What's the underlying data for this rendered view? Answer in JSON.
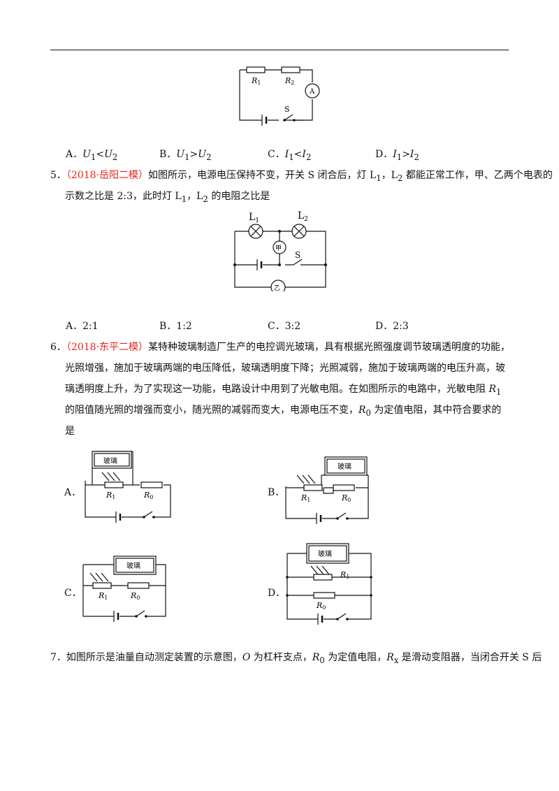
{
  "q4": {
    "labels": {
      "r1": "R",
      "r1_sub": "1",
      "r2": "R",
      "r2_sub": "2",
      "ammeter": "A",
      "switch": "S"
    },
    "options": [
      {
        "letter": "A．",
        "v": "U",
        "s1": "1",
        "op": "<",
        "v2": "U",
        "s2": "2"
      },
      {
        "letter": "B．",
        "v": "U",
        "s1": "1",
        "op": ">",
        "v2": "U",
        "s2": "2"
      },
      {
        "letter": "C．",
        "v": "I",
        "s1": "1",
        "op": "<",
        "v2": "I",
        "s2": "2"
      },
      {
        "letter": "D．",
        "v": "I",
        "s1": "1",
        "op": ">",
        "v2": "I",
        "s2": "2"
      }
    ]
  },
  "q5": {
    "number": "5．",
    "source": "（2018·岳阳二模）",
    "line1_a": "如图所示，电源电压保持不变，开关 S 闭合后，灯 L",
    "line1_sub1": "1",
    "line1_b": "，L",
    "line1_sub2": "2",
    "line1_c": " 都能正常工作，甲、乙两个电表的",
    "line2_a": "示数之比是 2:3，此时灯 L",
    "line2_sub1": "1",
    "line2_b": "，L",
    "line2_sub2": "2",
    "line2_c": " 的电阻之比是",
    "labels": {
      "l1": "L",
      "l1_sub": "1",
      "l2": "L",
      "l2_sub": "2",
      "meter_jia": "甲",
      "meter_yi": "乙",
      "switch": "S"
    },
    "options": [
      {
        "letter": "A．",
        "value": "2:1"
      },
      {
        "letter": "B．",
        "value": "1:2"
      },
      {
        "letter": "C．",
        "value": "3:2"
      },
      {
        "letter": "D．",
        "value": "2:3"
      }
    ]
  },
  "q6": {
    "number": "6．",
    "source": "（2018·东平二模）",
    "line1": "某特种玻璃制造厂生产的电控调光玻璃，具有根据光照强度调节玻璃透明度的功能，",
    "line2": "光照增强，施加于玻璃两端的电压降低，玻璃透明度下降；光照减弱，施加于玻璃两端的电压升高，玻",
    "line3": "璃透明度上升，为了实现这一功能，电路设计中用到了光敏电阻。在如图所示的电路中，光敏电阻 ",
    "line3_r": "R",
    "line3_sub": "1",
    "line4_a": "的阻值随光照的增强而变小，随光照的减弱而变大，电源电压不变，",
    "line4_r": "R",
    "line4_sub": "0",
    "line4_b": " 为定值电阻，其中符合要求的",
    "line5": "是",
    "glass_label": "玻璃",
    "r1": "R",
    "r1_sub": "1",
    "r0": "R",
    "r0_sub": "0",
    "option_letters": [
      "A．",
      "B．",
      "C．",
      "D．"
    ]
  },
  "q7": {
    "number": "7．",
    "text_a": "如图所示是油量自动测定装置的示意图，",
    "o": "O",
    "text_b": " 为杠杆支点，",
    "r0": "R",
    "r0_sub": "0",
    "text_c": " 为定值电阻，",
    "rx": "R",
    "rx_sub": "x",
    "text_d": " 是滑动变阻器，当闭合开关 S 后"
  }
}
